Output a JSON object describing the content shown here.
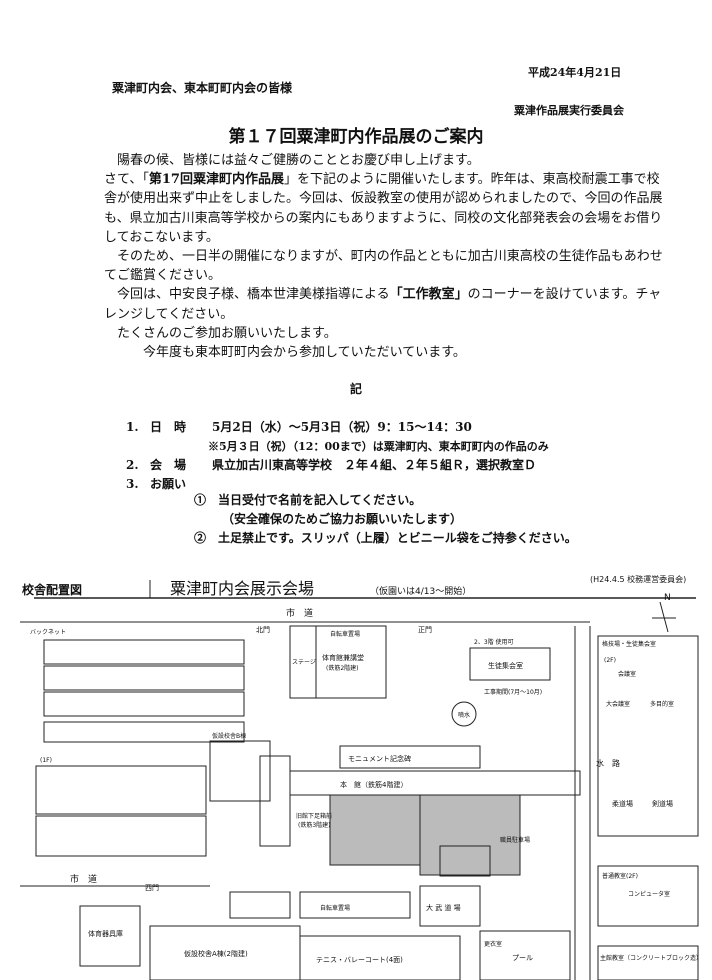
{
  "header": {
    "date": "平成24年4月21日",
    "addressee": "粟津町内会、東本町町内会の皆様",
    "sender": "粟津作品展実行委員会",
    "title": "第１７回粟津町内作品展のご案内"
  },
  "body": {
    "p1": "陽春の候、皆様には益々ご健勝のこととお慶び申し上げます。",
    "p2a": "さて、「",
    "p2b": "第17回粟津町内作品展",
    "p2c": "」を下記のように開催いたします。昨年は、東高校耐震工事で校舎が使用出来ず中止をしました。今回は、仮設教室の使用が認められましたので、今回の作品展も、県立加古川東高等学校からの案内にもありますように、同校の文化部発表会の会場をお借りしておこないます。",
    "p3": "そのため、一日半の開催になりますが、町内の作品とともに加古川東高校の生徒作品もあわせてご鑑賞ください。",
    "p4a": "今回は、中安良子様、橋本世津美様指導による",
    "p4b": "「工作教室」",
    "p4c": "のコーナーを設けています。チャレンジしてください。",
    "p5": "たくさんのご参加お願いいたします。",
    "p6": "今年度も東本町町内会から参加していただいています。"
  },
  "ki": "記",
  "details": {
    "item1_num": "1.",
    "item1_label": "日　時",
    "item1_value": "5月2日（水）～5月3日（祝）9：15～14：30",
    "item1_note": "※5月３日（祝）（12：00まで）は粟津町内、東本町町内の作品のみ",
    "item2_num": "2.",
    "item2_label": "会　場",
    "item2_value": "県立加古川東高等学校　２年４組、２年５組Ｒ，選択教室Ｄ",
    "item3_num": "3.",
    "item3_label": "お願い",
    "req1": "①　当日受付で名前を記入してください。",
    "req1_note": "（安全確保のためご協力お願いいたします）",
    "req2": "②　土足禁止です。スリッパ（上履）とビニール袋をご持参ください。"
  },
  "map": {
    "title": "校舎配置図",
    "handwritten": "粟津町内会展示会場",
    "period_note": "（仮園いは4/13～開始）",
    "committee": "(H24.4.5 校務運営委員会)",
    "north": "N",
    "road1": "市　道",
    "road2": "市　道",
    "road_side": "水　路",
    "gate_north": "北門",
    "gate_west": "西門",
    "gate_east": "正門",
    "gym": "体育館兼講堂",
    "gym_sub": "(鉄筋2階建)",
    "stage": "ステージ",
    "main_hall": "本　館（鉄筋4階建）",
    "monument": "モニュメント記念碑",
    "old_building": "旧館下足箱前",
    "old_building_sub": "(鉄筋3階建)",
    "student_hall": "生徒集会室",
    "student_hall2": "2、3階 使用可",
    "construction": "工事期間(7月～10月)",
    "temp_school": "仮設校舎A棟(2階建)",
    "temp_school_b": "仮設校舎B棟",
    "tennis": "テニス・バレーコート(4面)",
    "pool": "プール",
    "budokan": "大 武 道 場",
    "gym_shop": "体育器具庫",
    "kendo": "柔道場",
    "judo": "剣道場",
    "dojo_title": "格技場・生徒集会室",
    "class_2f": "(2F)",
    "class_1f": "(1F)",
    "comp_room": "コンピュータ室",
    "comp_title": "普通教室(2F)",
    "bike": "自転車置場",
    "parking": "職員駐車場",
    "bike2": "自転車置場",
    "annex": "主館教室（コンクリートブロック造）",
    "back_net": "バックネット",
    "fountain": "噴水",
    "pool_side": "更衣室",
    "room1": "会議室",
    "room2": "多目的室",
    "room3": "大会議室"
  }
}
